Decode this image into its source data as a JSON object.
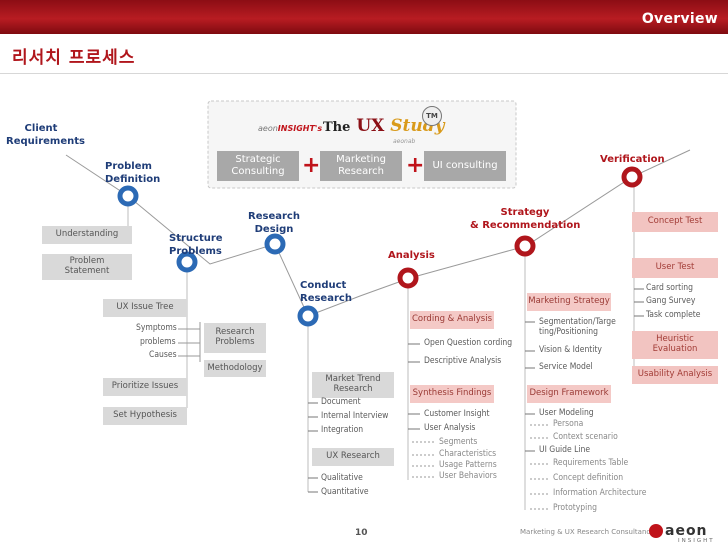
{
  "header": {
    "title": "Overview"
  },
  "page": {
    "title": "리서치 프로세스",
    "number": "10"
  },
  "banner": {
    "logo_prefix": "aeon",
    "logo_brand": "INSIGHT's",
    "logo_the": "The",
    "logo_ux": "UX",
    "logo_study": "Study",
    "logo_sub": "aeonab",
    "tm": "TM",
    "items": [
      "Strategic\nConsulting",
      "Marketing\nResearch",
      "UI consulting"
    ],
    "plus": "+"
  },
  "stages": {
    "client": "Client\nRequirements",
    "problem_def": "Problem\nDefinition",
    "structure": "Structure\nProblems",
    "research_design": "Research\nDesign",
    "conduct": "Conduct\nResearch",
    "analysis": "Analysis",
    "strategy": "Strategy\n& Recommendation",
    "verification": "Verification"
  },
  "problem_definition": {
    "boxes": [
      "Understanding",
      "Problem\nStatement"
    ]
  },
  "structure_problems": {
    "issue_tree": "UX Issue Tree",
    "tree_items": [
      "Symptoms",
      "problems",
      "Causes"
    ],
    "research_problems": "Research\nProblems",
    "methodology": "Methodology",
    "prioritize": "Prioritize Issues",
    "hypothesis": "Set Hypothesis"
  },
  "conduct_research": {
    "market_trend": "Market Trend\nResearch",
    "market_items": [
      "Document",
      "Internal Interview",
      "Integration"
    ],
    "ux_research": "UX Research",
    "ux_items": [
      "Qualitative",
      "Quantitative"
    ]
  },
  "analysis": {
    "coding": "Cording & Analysis",
    "coding_items": [
      "Open Question cording",
      "Descriptive Analysis"
    ],
    "synthesis": "Synthesis Findings",
    "synthesis_items": [
      "Customer Insight",
      "User Analysis"
    ],
    "user_analysis_items": [
      "Segments",
      "Characteristics",
      "Usage Patterns",
      "User Behaviors"
    ]
  },
  "strategy": {
    "marketing": "Marketing Strategy",
    "marketing_items": [
      "Segmentation/Targe\nting/Positioning",
      "Vision & Identity",
      "Service Model"
    ],
    "design": "Design Framework",
    "user_modeling": "User Modeling",
    "user_modeling_items": [
      "Persona",
      "Context scenario"
    ],
    "ui_guide": "UI Guide Line",
    "ui_guide_items": [
      "Requirements Table",
      "Concept definition",
      "Information Architecture",
      "Prototyping"
    ]
  },
  "verification": {
    "concept_test": "Concept Test",
    "user_test": "User Test",
    "user_test_items": [
      "Card sorting",
      "Gang Survey",
      "Task complete"
    ],
    "heuristic": "Heuristic\nEvaluation",
    "usability": "Usability Analysis"
  },
  "footer": {
    "text": "Marketing & UX Research Consultancy",
    "logo": "aeon",
    "logo_sub": "INSIGHT"
  }
}
